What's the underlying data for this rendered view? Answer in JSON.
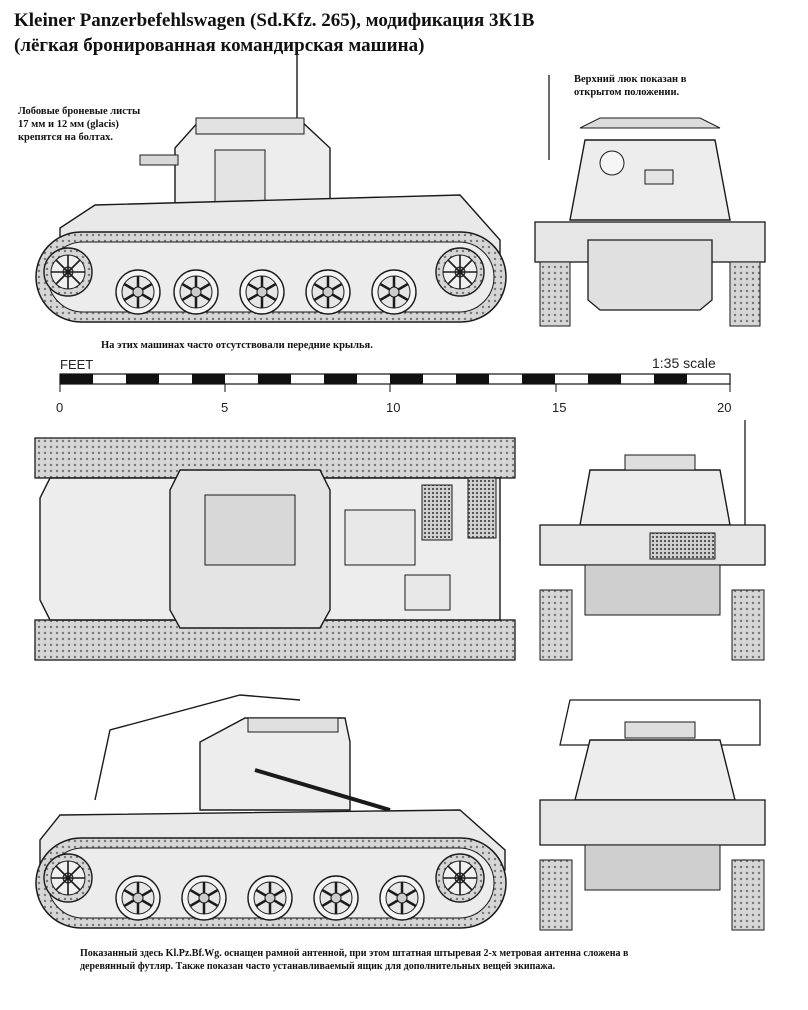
{
  "title": {
    "line1": "Kleiner Panzerbefehlswagen (Sd.Kfz. 265), модификация 3К1В",
    "line2": "(лёгкая бронированная командирская машина)"
  },
  "notes": {
    "glacis_l1": "Лобовые броневые листы",
    "glacis_l2": "17 мм и 12 мм (glacis)",
    "glacis_l3": "крепятся на болтах.",
    "hatch_l1": "Верхний люк показан в",
    "hatch_l2": "открытом положении.",
    "fenders": "На этих машинах часто отсутствовали передние крылья.",
    "caption_l1": "Показанный здесь Kl.Pz.Bf.Wg. оснащен рамной антенной, при этом штатная штыревая  2-х метровая антенна сложена в",
    "caption_l2": "деревянный футляр. Также показан часто устанавливаемый ящик для дополнительных вещей экипажа."
  },
  "scale_bar": {
    "unit_label": "FEET",
    "scale_label": "1:35 scale",
    "ticks": [
      "0",
      "5",
      "10",
      "15",
      "20"
    ]
  },
  "views": [
    {
      "name": "side-view-left"
    },
    {
      "name": "front-view"
    },
    {
      "name": "top-view"
    },
    {
      "name": "rear-view"
    },
    {
      "name": "side-view-right-frame-antenna"
    },
    {
      "name": "front-view-frame-antenna"
    }
  ],
  "colors": {
    "line": "#1a1a1a",
    "hull": "#e9e9e9",
    "shade": "#bfbfbf",
    "dark": "#8a8a8a",
    "scale_black": "#111111"
  }
}
